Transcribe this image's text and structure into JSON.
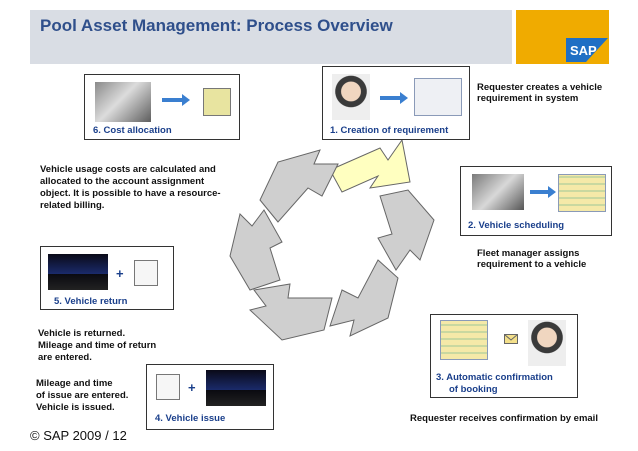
{
  "title": "Pool Asset Management: Process Overview",
  "footer": "© SAP 2009 / 12",
  "logo_text": "SAP",
  "steps": [
    {
      "label": "1. Creation  of requirement"
    },
    {
      "label": "2. Vehicle scheduling"
    },
    {
      "label": "3. Automatic confirmation",
      "label2": "of booking"
    },
    {
      "label": "4. Vehicle issue"
    },
    {
      "label": "5. Vehicle return"
    },
    {
      "label": "6. Cost allocation"
    }
  ],
  "descriptions": {
    "creation": [
      "Requester creates a vehicle",
      "requirement in system"
    ],
    "scheduling": [
      "Fleet manager assigns",
      "requirement to a vehicle"
    ],
    "confirmation": [
      "Requester receives confirmation by email"
    ],
    "issue": [
      "Mileage and time",
      "of issue are entered.",
      "Vehicle is issued."
    ],
    "return": [
      "Vehicle is returned.",
      "Mileage and time of return",
      "are entered."
    ],
    "cost": [
      "Vehicle usage costs are calculated and",
      "allocated to the account assignment",
      "object. It is possible to have a resource-",
      "related billing."
    ]
  },
  "plus_sign": "+",
  "colors": {
    "title": "#2f4f8b",
    "label": "#1a3f8b",
    "arrow_gray": "#cfcfcf",
    "arrow_highlight": "#ffffc0",
    "logo_bg": "#f0ab00",
    "title_bg": "#d9dde4"
  }
}
